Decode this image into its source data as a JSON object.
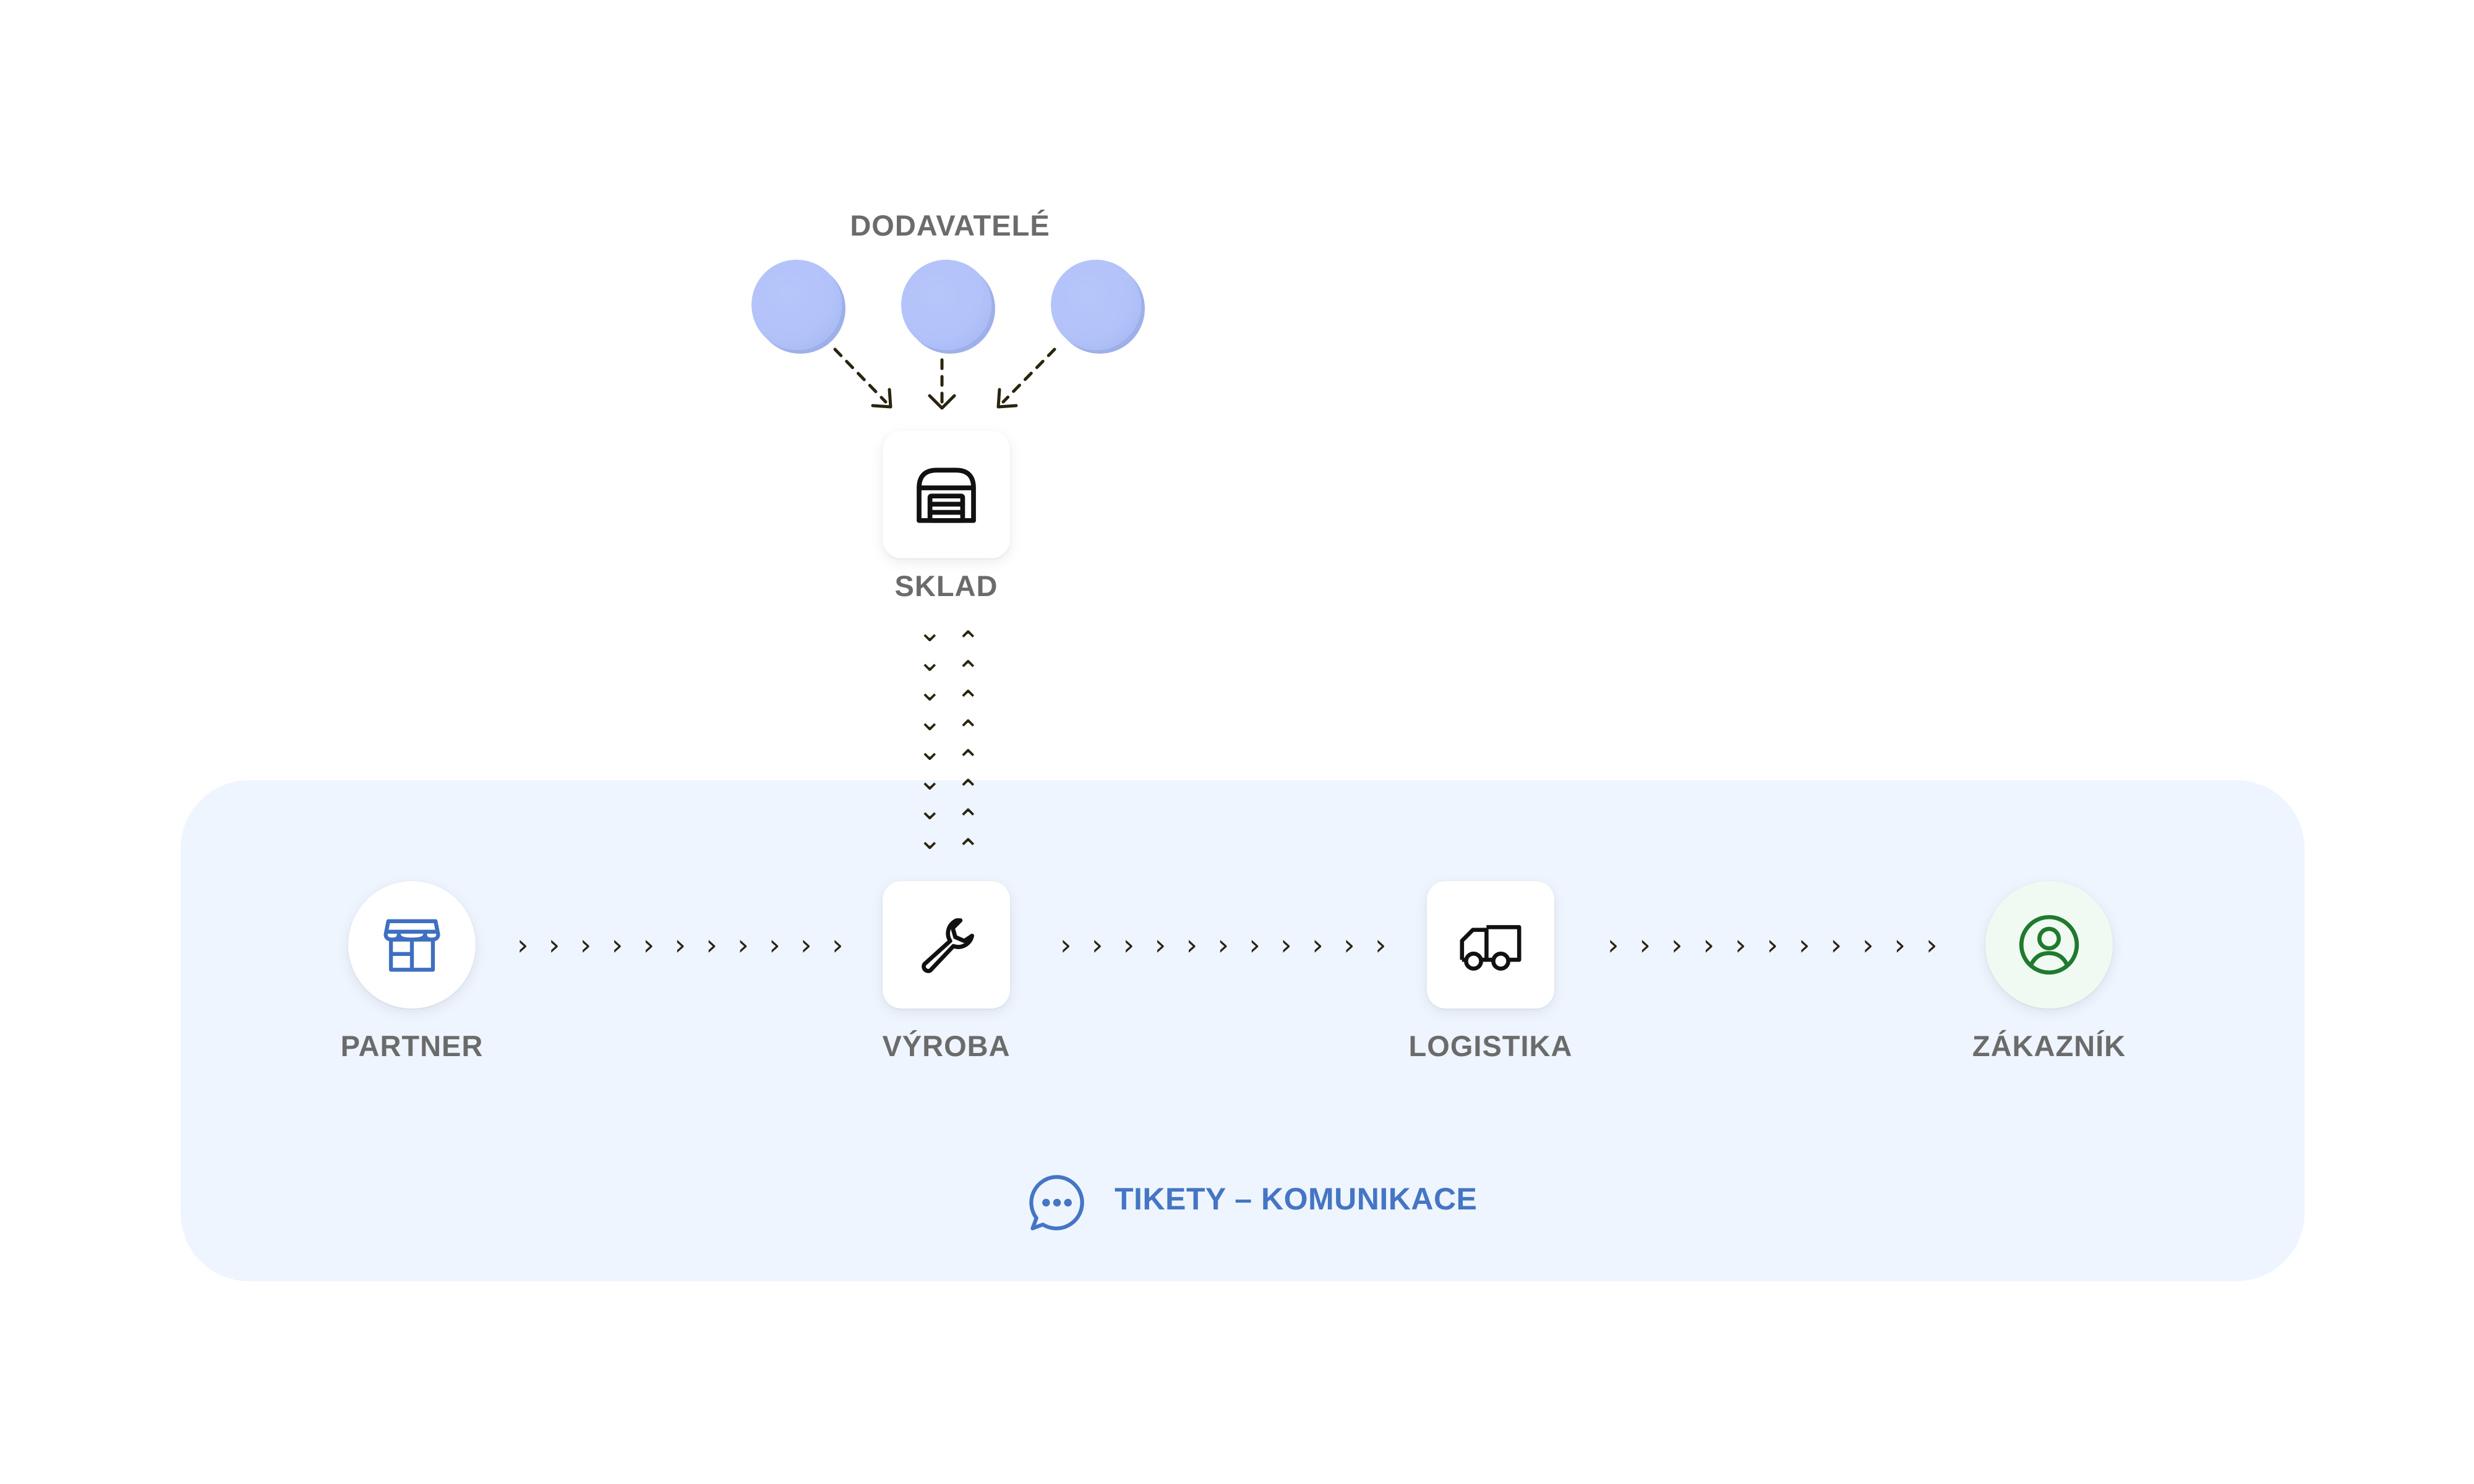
{
  "suppliers": {
    "title": "DODAVATELÉ",
    "count": 3
  },
  "warehouse": {
    "label": "SKLAD",
    "icon": "warehouse-icon"
  },
  "flow": [
    {
      "id": "partner",
      "label": "PARTNER",
      "icon": "store-icon",
      "color": "#3f6fc0"
    },
    {
      "id": "vyroba",
      "label": "VÝROBA",
      "icon": "wrench-icon",
      "color": "#111111"
    },
    {
      "id": "logistika",
      "label": "LOGISTIKA",
      "icon": "truck-icon",
      "color": "#111111"
    },
    {
      "id": "zakaznik",
      "label": "ZÁKAZNÍK",
      "icon": "user-circle-icon",
      "color": "#1f7a2e"
    }
  ],
  "tickets": {
    "label": "TIKETY – KOMUNIKACE",
    "icon": "chat-bubble-icon",
    "color": "#4575c4"
  },
  "colors": {
    "panel": "#eef5fe",
    "supplier": "#b3c3fa",
    "arrow": "#2a2410",
    "label": "#6b6b6b"
  }
}
